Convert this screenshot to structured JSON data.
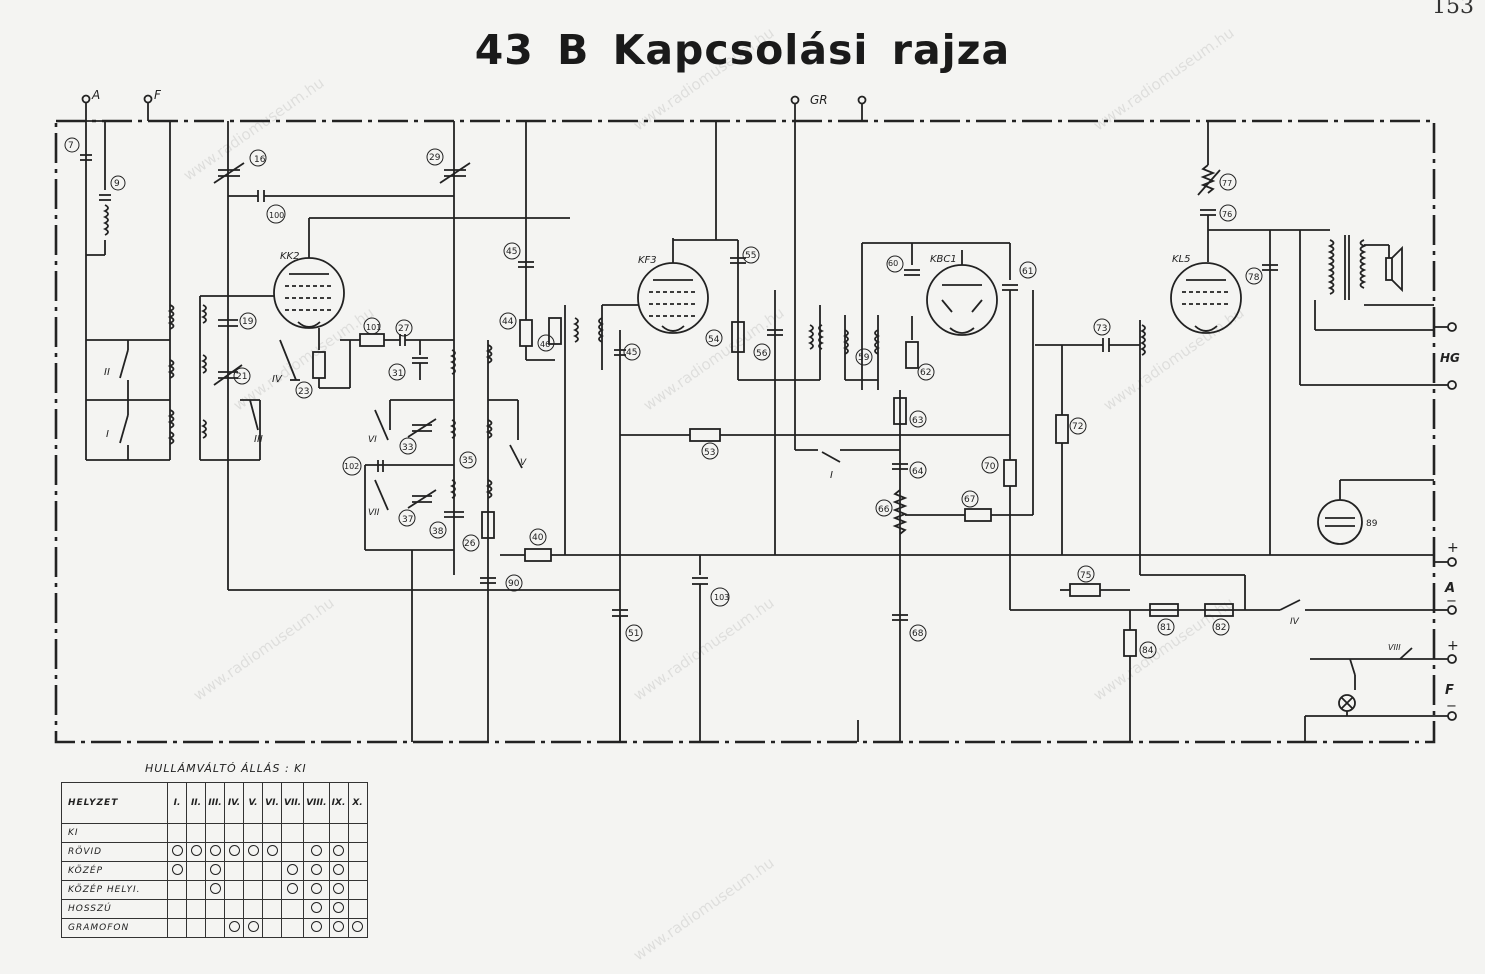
{
  "page": {
    "number": "153",
    "title": "43 B  Kapcsolási rajza"
  },
  "watermark": "www.radiomuseum.hu",
  "terminals": {
    "antenna": "A",
    "earth": "F",
    "gramofon": "GR",
    "speaker": "HG",
    "plus": "+",
    "minus": "−",
    "supply_a": "A",
    "supply_f": "F"
  },
  "tubes": [
    "KK2",
    "KF3",
    "KBC1",
    "KL5"
  ],
  "components": [
    {
      "name": "c7",
      "label": "7"
    },
    {
      "name": "c9",
      "label": "9"
    },
    {
      "name": "c16",
      "label": "16"
    },
    {
      "name": "c29",
      "label": "29"
    },
    {
      "name": "c100",
      "label": "100"
    },
    {
      "name": "c19",
      "label": "19"
    },
    {
      "name": "c21",
      "label": "21"
    },
    {
      "name": "r23",
      "label": "23"
    },
    {
      "name": "r101",
      "label": "101"
    },
    {
      "name": "c27",
      "label": "27"
    },
    {
      "name": "c31",
      "label": "31"
    },
    {
      "name": "c33",
      "label": "33"
    },
    {
      "name": "c102",
      "label": "102"
    },
    {
      "name": "c35",
      "label": "35"
    },
    {
      "name": "c37",
      "label": "37"
    },
    {
      "name": "c38",
      "label": "38"
    },
    {
      "name": "r26",
      "label": "26"
    },
    {
      "name": "r40",
      "label": "40"
    },
    {
      "name": "c90",
      "label": "90"
    },
    {
      "name": "c45a",
      "label": "45"
    },
    {
      "name": "r44",
      "label": "44"
    },
    {
      "name": "r46",
      "label": "46"
    },
    {
      "name": "c45b",
      "label": "45"
    },
    {
      "name": "c55",
      "label": "55"
    },
    {
      "name": "r54",
      "label": "54"
    },
    {
      "name": "c56",
      "label": "56"
    },
    {
      "name": "r53",
      "label": "53"
    },
    {
      "name": "c51",
      "label": "51"
    },
    {
      "name": "c103",
      "label": "103"
    },
    {
      "name": "c59",
      "label": "59"
    },
    {
      "name": "c60",
      "label": "60"
    },
    {
      "name": "c61",
      "label": "61"
    },
    {
      "name": "r62",
      "label": "62"
    },
    {
      "name": "r63",
      "label": "63"
    },
    {
      "name": "c64",
      "label": "64"
    },
    {
      "name": "r66",
      "label": "66"
    },
    {
      "name": "r67",
      "label": "67"
    },
    {
      "name": "c68",
      "label": "68"
    },
    {
      "name": "r70",
      "label": "70"
    },
    {
      "name": "r72",
      "label": "72"
    },
    {
      "name": "c73",
      "label": "73"
    },
    {
      "name": "r77",
      "label": "77"
    },
    {
      "name": "c76",
      "label": "76"
    },
    {
      "name": "c78",
      "label": "78"
    },
    {
      "name": "r75",
      "label": "75"
    },
    {
      "name": "r81",
      "label": "81"
    },
    {
      "name": "r82",
      "label": "82"
    },
    {
      "name": "r84",
      "label": "84"
    },
    {
      "name": "v89",
      "label": "89"
    }
  ],
  "switches": {
    "s1": "I",
    "s2": "II",
    "s3": "III",
    "s4": "IV",
    "s5": "V",
    "s6": "VI",
    "s7": "VII",
    "s8": "VIII",
    "s9": "IX",
    "s10": "X"
  },
  "switch_table": {
    "caption": "HULLÁMVÁLTÓ ÁLLÁS : KI",
    "header_label": "HELYZET",
    "columns": [
      "I.",
      "II.",
      "III.",
      "IV.",
      "V.",
      "VI.",
      "VII.",
      "VIII.",
      "IX.",
      "X."
    ],
    "rows": [
      {
        "label": "KI",
        "on": []
      },
      {
        "label": "RÖVID",
        "on": [
          0,
          1,
          2,
          3,
          4,
          5,
          7,
          8
        ]
      },
      {
        "label": "KÖZÉP",
        "on": [
          0,
          2,
          6,
          7,
          8
        ]
      },
      {
        "label": "KÖZÉP HELYI.",
        "on": [
          2,
          6,
          7,
          8
        ]
      },
      {
        "label": "HOSSZÚ",
        "on": [
          7,
          8
        ]
      },
      {
        "label": "GRAMOFON",
        "on": [
          3,
          4,
          7,
          8,
          9
        ]
      }
    ]
  }
}
